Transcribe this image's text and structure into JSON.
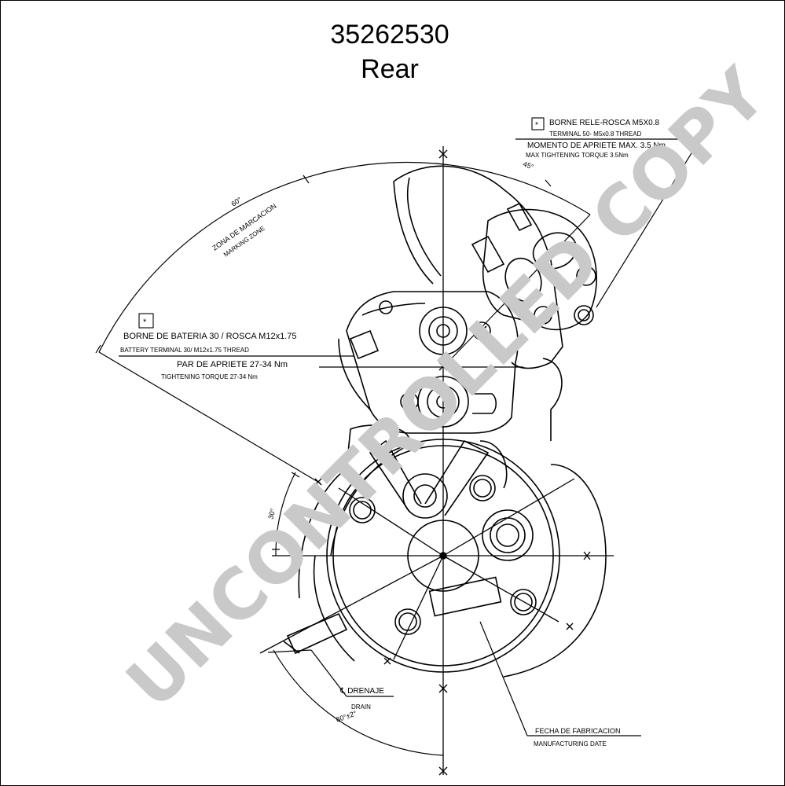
{
  "header": {
    "part_number": "35262530",
    "view": "Rear"
  },
  "watermark": "UNCONTROLLED COPY",
  "callouts": {
    "relay_terminal": {
      "mark": "*",
      "line1": "BORNE RELE-ROSCA M5X0.8",
      "line2": "TERMINAL 50- M5x0.8 THREAD",
      "line3": "MOMENTO DE APRIETE MAX. 3.5 Nm",
      "line4": "MAX TIGHTENING TORQUE 3.5Nm",
      "angle": "45°"
    },
    "battery_terminal": {
      "mark": "*",
      "line1": "BORNE DE BATERIA 30 / ROSCA M12x1.75",
      "line2": "BATTERY TERMINAL 30/ M12x1.75 THREAD",
      "line3": "PAR DE APRIETE 27-34 Nm",
      "line4": "TIGHTENING TORQUE 27-34 Nm"
    },
    "marking_zone": {
      "angle": "60°",
      "line1": "ZONA DE MARCACION",
      "line2": "MARKING ZONE"
    },
    "angle_30": "30°",
    "drain": {
      "line1": "℄ DRENAJE",
      "line2": "DRAIN",
      "angle": "60°±2°"
    },
    "date": {
      "line1": "FECHA DE FABRICACION",
      "line2": "MANUFACTURING DATE"
    }
  }
}
